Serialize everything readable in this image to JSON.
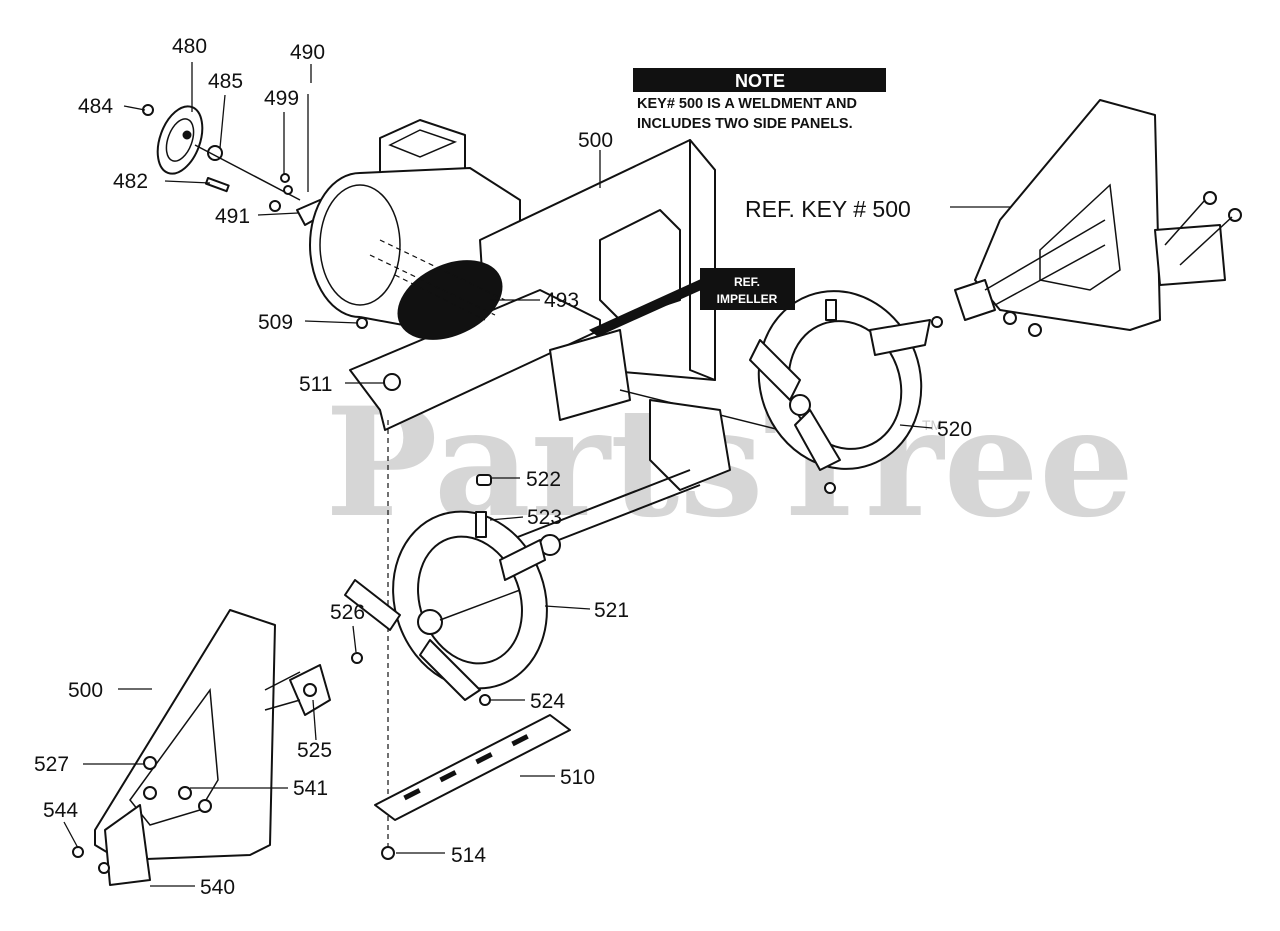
{
  "watermark": {
    "text": "PartsTree",
    "trademark": "TM"
  },
  "note": {
    "heading": "NOTE",
    "line1": "KEY# 500 IS A WELDMENT AND",
    "line2": "INCLUDES TWO SIDE PANELS."
  },
  "ref_impeller": {
    "line1": "REF.",
    "line2": "IMPELLER"
  },
  "ref_key_label": "REF. KEY # 500",
  "labels": {
    "p480": "480",
    "p490": "490",
    "p484": "484",
    "p485": "485",
    "p499": "499",
    "p482": "482",
    "p491": "491",
    "p500_top": "500",
    "p493": "493",
    "p509": "509",
    "p511": "511",
    "p520": "520",
    "p522": "522",
    "p523": "523",
    "p521": "521",
    "p526": "526",
    "p500_left": "500",
    "p524": "524",
    "p525": "525",
    "p527": "527",
    "p541": "541",
    "p510": "510",
    "p544": "544",
    "p514": "514",
    "p540": "540"
  },
  "colors": {
    "ink": "#111111",
    "watermark": "#c9c9c9",
    "background": "#ffffff"
  }
}
